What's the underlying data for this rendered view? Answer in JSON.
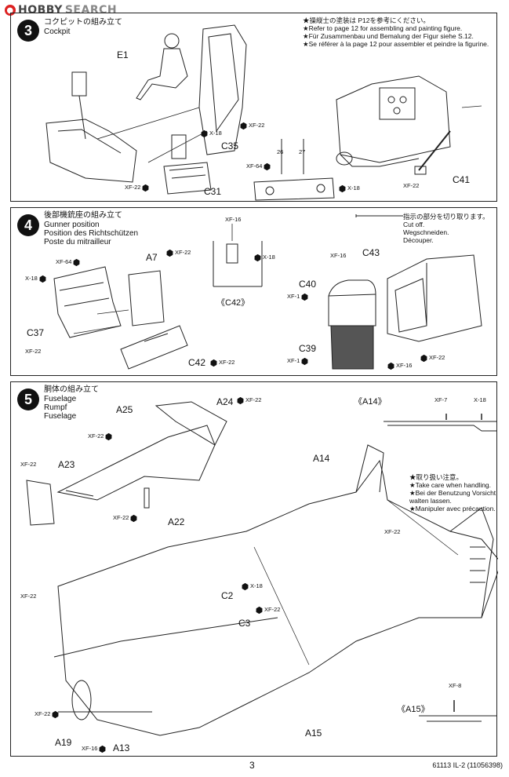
{
  "logo": {
    "brand": "HOBBY",
    "suffix": "SEARCH"
  },
  "step3": {
    "number": "3",
    "title_jp": "コクピットの組み立て",
    "title_en": "Cockpit",
    "notes": [
      "★操縦士の塗装は P12を参考にください。",
      "★Refer to page 12 for assembling and painting figure.",
      "★Für Zusammenbau und Bemalung der Figur siehe S.12.",
      "★Se référer à la page 12 pour assembler et peindre la figurine."
    ],
    "parts": {
      "e1": "E1",
      "c35": "C35",
      "c31": "C31",
      "c41": "C41",
      "n26": "26",
      "n27": "27"
    },
    "colors": {
      "x18a": "X-18",
      "xf22a": "XF-22",
      "xf64": "XF-64",
      "xf22b": "XF-22",
      "x18b": "X-18",
      "xf22c": "XF-22"
    }
  },
  "step4": {
    "number": "4",
    "title_jp": "後部機銃座の組み立て",
    "titles": [
      "Gunner position",
      "Position des Richtschützen",
      "Poste du mitrailleur"
    ],
    "cut_notes": [
      "指示の部分を切り取ります。",
      "Cut off.",
      "Wegschneiden.",
      "Découper."
    ],
    "parts": {
      "a7": "A7",
      "c37": "C37",
      "c42": "C42",
      "c42_detail": "《C42》",
      "c43": "C43",
      "c40": "C40",
      "c39": "C39"
    },
    "colors": {
      "xf64": "XF-64",
      "x18": "X-18",
      "a7c": "XF-22",
      "c37c": "XF-22",
      "c42c": "XF-22",
      "xf16top": "XF-16",
      "x18d": "X-18",
      "xf16": "XF-16",
      "xf1a": "XF-1",
      "xf1b": "XF-1",
      "xf16b": "XF-16",
      "xf22r": "XF-22"
    }
  },
  "step5": {
    "number": "5",
    "title_jp": "胴体の組み立て",
    "titles": [
      "Fuselage",
      "Rumpf",
      "Fuselage"
    ],
    "caution": [
      "★取り扱い注意。",
      "★Take care when handling.",
      "★Bei der Benutzung Vorsicht",
      "walten lassen.",
      "★Manipuler avec précaution."
    ],
    "parts": {
      "a25": "A25",
      "a24": "A24",
      "a23": "A23",
      "a22": "A22",
      "a14": "A14",
      "a14d": "《A14》",
      "c2": "C2",
      "c3": "C3",
      "a19": "A19",
      "a13": "A13",
      "a15": "A15",
      "a15d": "《A15》"
    },
    "colors": {
      "a24c": "XF-22",
      "xf22l": "XF-22",
      "xf22s": "XF-22",
      "a22c": "XF-22",
      "xf7": "XF-7",
      "x18r": "X-18",
      "a14c": "XF-22",
      "c2c": "X-18",
      "c3c": "XF-22",
      "xf22n": "XF-22",
      "xf22a19": "XF-22",
      "xf16": "XF-16",
      "xf8": "XF-8"
    }
  },
  "footer": {
    "page": "3",
    "code": "61113 IL-2 (11056398)"
  }
}
